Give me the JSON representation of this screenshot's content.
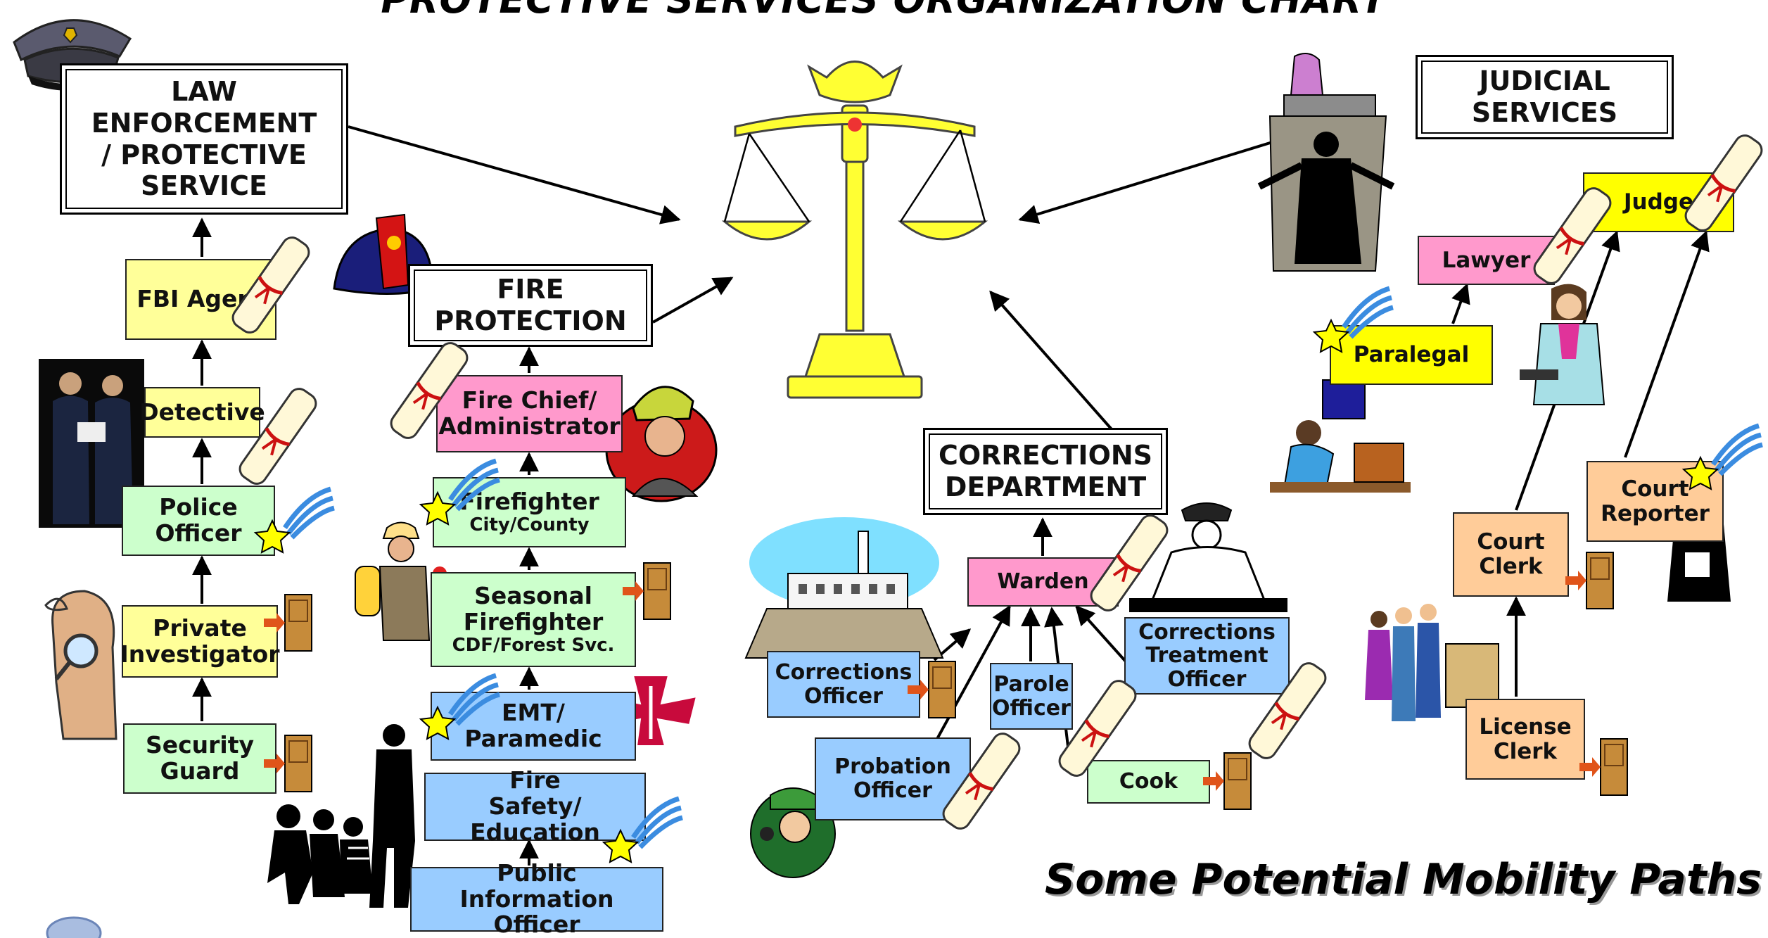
{
  "title": "PROTECTIVE SERVICES ORGANIZATION CHART",
  "footer": "Some Potential Mobility Paths",
  "colors": {
    "entry_level": "#ccffcc",
    "fire_and_corrections": "#99ccff",
    "leadership": "#ff99cc",
    "advanced": "#ffff99",
    "judge": "#ffff00",
    "court_staff": "#ffcc99"
  },
  "icons": {
    "degree": "diploma-scroll-icon",
    "star": "shooting-star-icon",
    "exit": "door-exit-icon"
  },
  "headers": {
    "law": "LAW ENFORCEMENT / PROTECTIVE SERVICE",
    "fire": "FIRE PROTECTION",
    "judicial": "JUDICIAL SERVICES",
    "corrections": "CORRECTIONS DEPARTMENT"
  },
  "law": {
    "fbi": "FBI Agent",
    "detective": "Detective",
    "police": "Police Officer",
    "pi": "Private Investigator",
    "security": "Security Guard"
  },
  "fire": {
    "chief": "Fire Chief/ Administrator",
    "ff_title": "Firefighter",
    "ff_sub": "City/County",
    "seasonal_title": "Seasonal Firefighter",
    "seasonal_sub": "CDF/Forest Svc.",
    "emt": "EMT/ Paramedic",
    "safety": "Fire Safety/ Education",
    "pio": "Public Information Officer"
  },
  "corrections": {
    "warden": "Warden",
    "officer": "Corrections Officer",
    "parole": "Parole Officer",
    "treatment": "Corrections Treatment Officer",
    "probation": "Probation Officer",
    "cook": "Cook"
  },
  "judicial": {
    "judge": "Judge",
    "lawyer": "Lawyer",
    "paralegal": "Paralegal",
    "court_clerk": "Court Clerk",
    "reporter": "Court Reporter",
    "license": "License Clerk"
  }
}
